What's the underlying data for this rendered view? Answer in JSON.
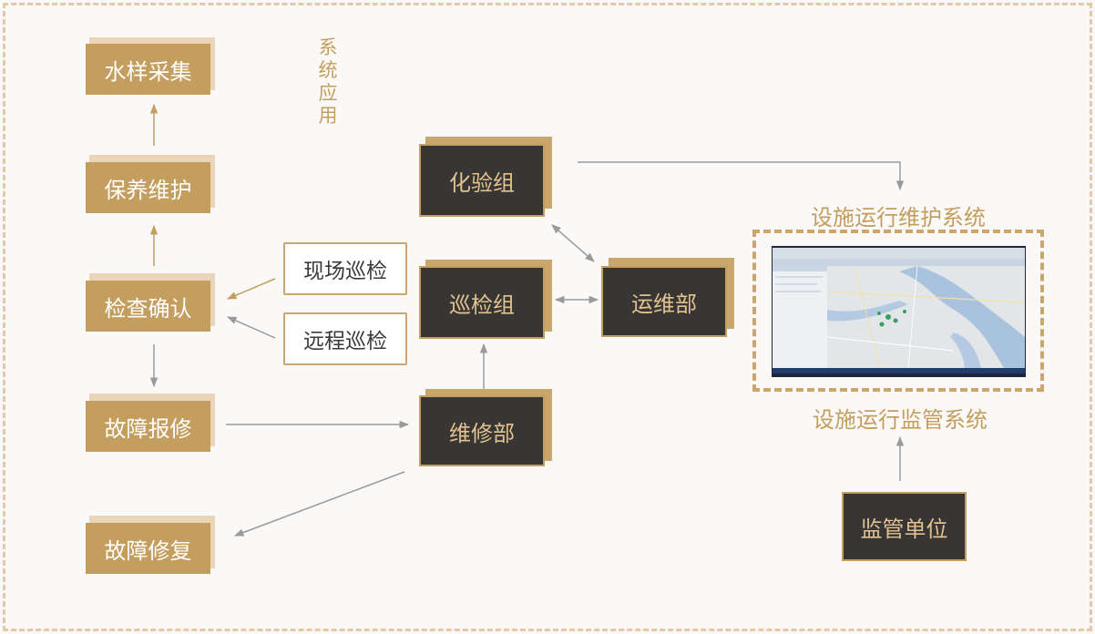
{
  "side_label": "系统应用",
  "left_flow": {
    "water_sampling": "水样采集",
    "maintenance": "保养维护",
    "inspection_confirm": "检查确认",
    "fault_report": "故障报修",
    "fault_repair": "故障修复"
  },
  "inspection_types": {
    "onsite": "现场巡检",
    "remote": "远程巡检"
  },
  "groups": {
    "lab_group": "化验组",
    "patrol_group": "巡检组",
    "repair_dept": "维修部",
    "ops_dept": "运维部",
    "supervisor": "监管单位"
  },
  "systems": {
    "ops_maintenance_system": "设施运行维护系统",
    "monitoring_system": "设施运行监管系统"
  },
  "colors": {
    "accent_gold": "#c49e5e",
    "dark_box": "#373634",
    "light_tan": "#ead5b9",
    "arrow_gray": "#9a9a9a"
  }
}
